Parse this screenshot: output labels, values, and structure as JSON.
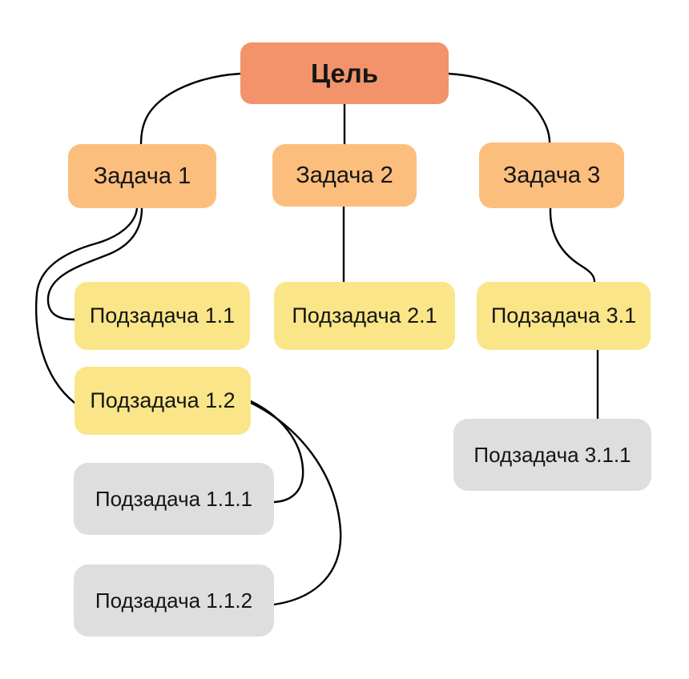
{
  "colors": {
    "goal_fill": "#F2936B",
    "task_fill": "#FBBE7D",
    "subtask_fill": "#FAE588",
    "detail_fill": "#DEDEDE",
    "connector": "#000000",
    "text": "#151515",
    "background": "#FFFFFF"
  },
  "nodes": {
    "goal": {
      "id": "goal",
      "label": "Цель",
      "level": "goal"
    },
    "task1": {
      "id": "task-1",
      "label": "Задача 1",
      "level": "task"
    },
    "task2": {
      "id": "task-2",
      "label": "Задача 2",
      "level": "task"
    },
    "task3": {
      "id": "task-3",
      "label": "Задача 3",
      "level": "task"
    },
    "sub11": {
      "id": "subtask-1-1",
      "label": "Подзадача 1.1",
      "level": "subtask"
    },
    "sub21": {
      "id": "subtask-2-1",
      "label": "Подзадача 2.1",
      "level": "subtask"
    },
    "sub31": {
      "id": "subtask-3-1",
      "label": "Подзадача 3.1",
      "level": "subtask"
    },
    "sub12": {
      "id": "subtask-1-2",
      "label": "Подзадача 1.2",
      "level": "subtask"
    },
    "sub111": {
      "id": "subtask-1-1-1",
      "label": "Подзадача 1.1.1",
      "level": "detail"
    },
    "sub112": {
      "id": "subtask-1-1-2",
      "label": "Подзадача 1.1.2",
      "level": "detail"
    },
    "sub311": {
      "id": "subtask-3-1-1",
      "label": "Подзадача 3.1.1",
      "level": "detail"
    }
  },
  "edges": [
    {
      "from": "goal",
      "to": "task-1"
    },
    {
      "from": "goal",
      "to": "task-2"
    },
    {
      "from": "goal",
      "to": "task-3"
    },
    {
      "from": "task-1",
      "to": "subtask-1-1"
    },
    {
      "from": "task-1",
      "to": "subtask-1-2"
    },
    {
      "from": "task-2",
      "to": "subtask-2-1"
    },
    {
      "from": "task-3",
      "to": "subtask-3-1"
    },
    {
      "from": "subtask-1-2",
      "to": "subtask-1-1-1"
    },
    {
      "from": "subtask-1-2",
      "to": "subtask-1-1-2"
    },
    {
      "from": "subtask-3-1",
      "to": "subtask-3-1-1"
    }
  ]
}
